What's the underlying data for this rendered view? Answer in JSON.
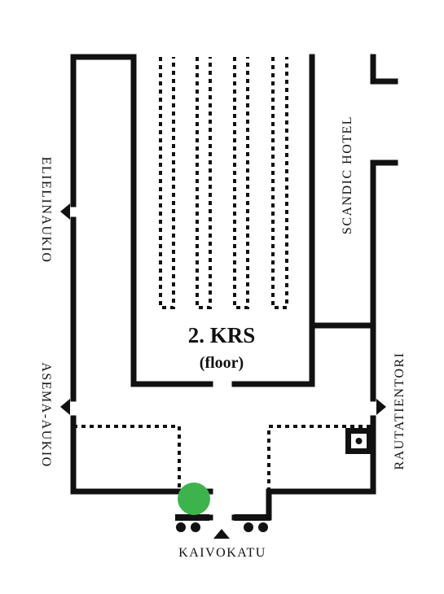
{
  "map": {
    "floor_number": "2. KRS",
    "floor_english": "(floor)",
    "streets": {
      "left_upper": "ELIELINAUKIO",
      "left_lower": "ASEMA-AUKIO",
      "right_upper": "SCANDIC HOTEL",
      "right_lower": "RAUTATIENTORI",
      "bottom": "KAIVOKATU"
    },
    "colors": {
      "wall": "#111111",
      "background": "#ffffff",
      "you_are_here": "#3cb44b"
    },
    "icons": [
      "entrance-arrow",
      "escalator-icon",
      "elevator-icon",
      "you-are-here-marker"
    ]
  }
}
